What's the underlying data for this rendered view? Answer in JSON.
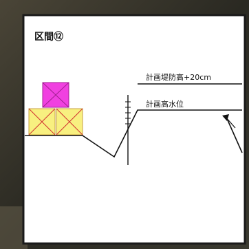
{
  "section_label": "区間⑫",
  "labels": {
    "levee_height": "計画堤防高+20cm",
    "high_water": "計画高水位"
  },
  "colors": {
    "background_dark": "#2b2a24",
    "panel_bg": "#ffffff",
    "panel_border": "#1a1a1a",
    "box_top_fill": "#f040e0",
    "box_bottom_fill": "#f8f080",
    "box_cross": "#d03030",
    "line": "#111111"
  },
  "icons": {
    "gauge": "staff-gauge-icon",
    "marker": "triangle-marker-icon"
  }
}
